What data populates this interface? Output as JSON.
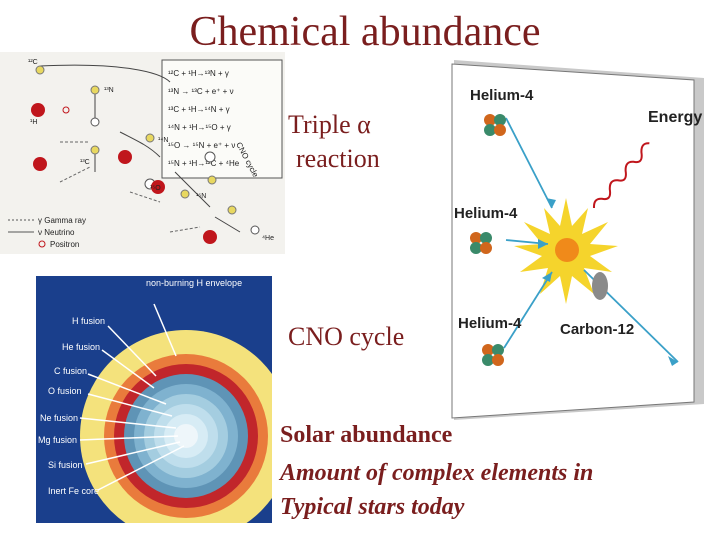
{
  "title": "Chemical abundance",
  "captions": {
    "triple_line1": "Triple α",
    "triple_line2": "reaction",
    "cno": "CNO cycle",
    "solar": "Solar abundance",
    "amount_line1": "Amount of complex elements in",
    "amount_line2": "Typical stars today"
  },
  "cno_diagram": {
    "equations": [
      "¹²C + ¹H→¹³N + γ",
      "¹³N → ¹³C + e⁺ + ν",
      "¹³C + ¹H→¹⁴N + γ",
      "¹⁴N + ¹H→¹⁵O + γ",
      "¹⁵O → ¹⁵N + e⁺ + ν",
      "¹⁵N + ¹H→¹²C + ⁴He"
    ],
    "nuclide_labels": [
      "¹²C",
      "¹³N",
      "¹H",
      "¹³C",
      "¹⁴N",
      "¹⁵O",
      "¹⁵N",
      "⁴He"
    ],
    "cycle_text": "CNO cycle",
    "legend": [
      "γ Gamma ray",
      "ν Neutrino",
      "Positron"
    ]
  },
  "star_layers": {
    "labels": [
      "non-burning H envelope",
      "H fusion",
      "He fusion",
      "C fusion",
      "O fusion",
      "Ne fusion",
      "Mg fusion",
      "Si fusion",
      "Inert Fe core"
    ]
  },
  "triple_alpha": {
    "helium_1": "Helium-4",
    "helium_2": "Helium-4",
    "helium_3": "Helium-4",
    "energy": "Energy",
    "carbon": "Carbon-12"
  }
}
